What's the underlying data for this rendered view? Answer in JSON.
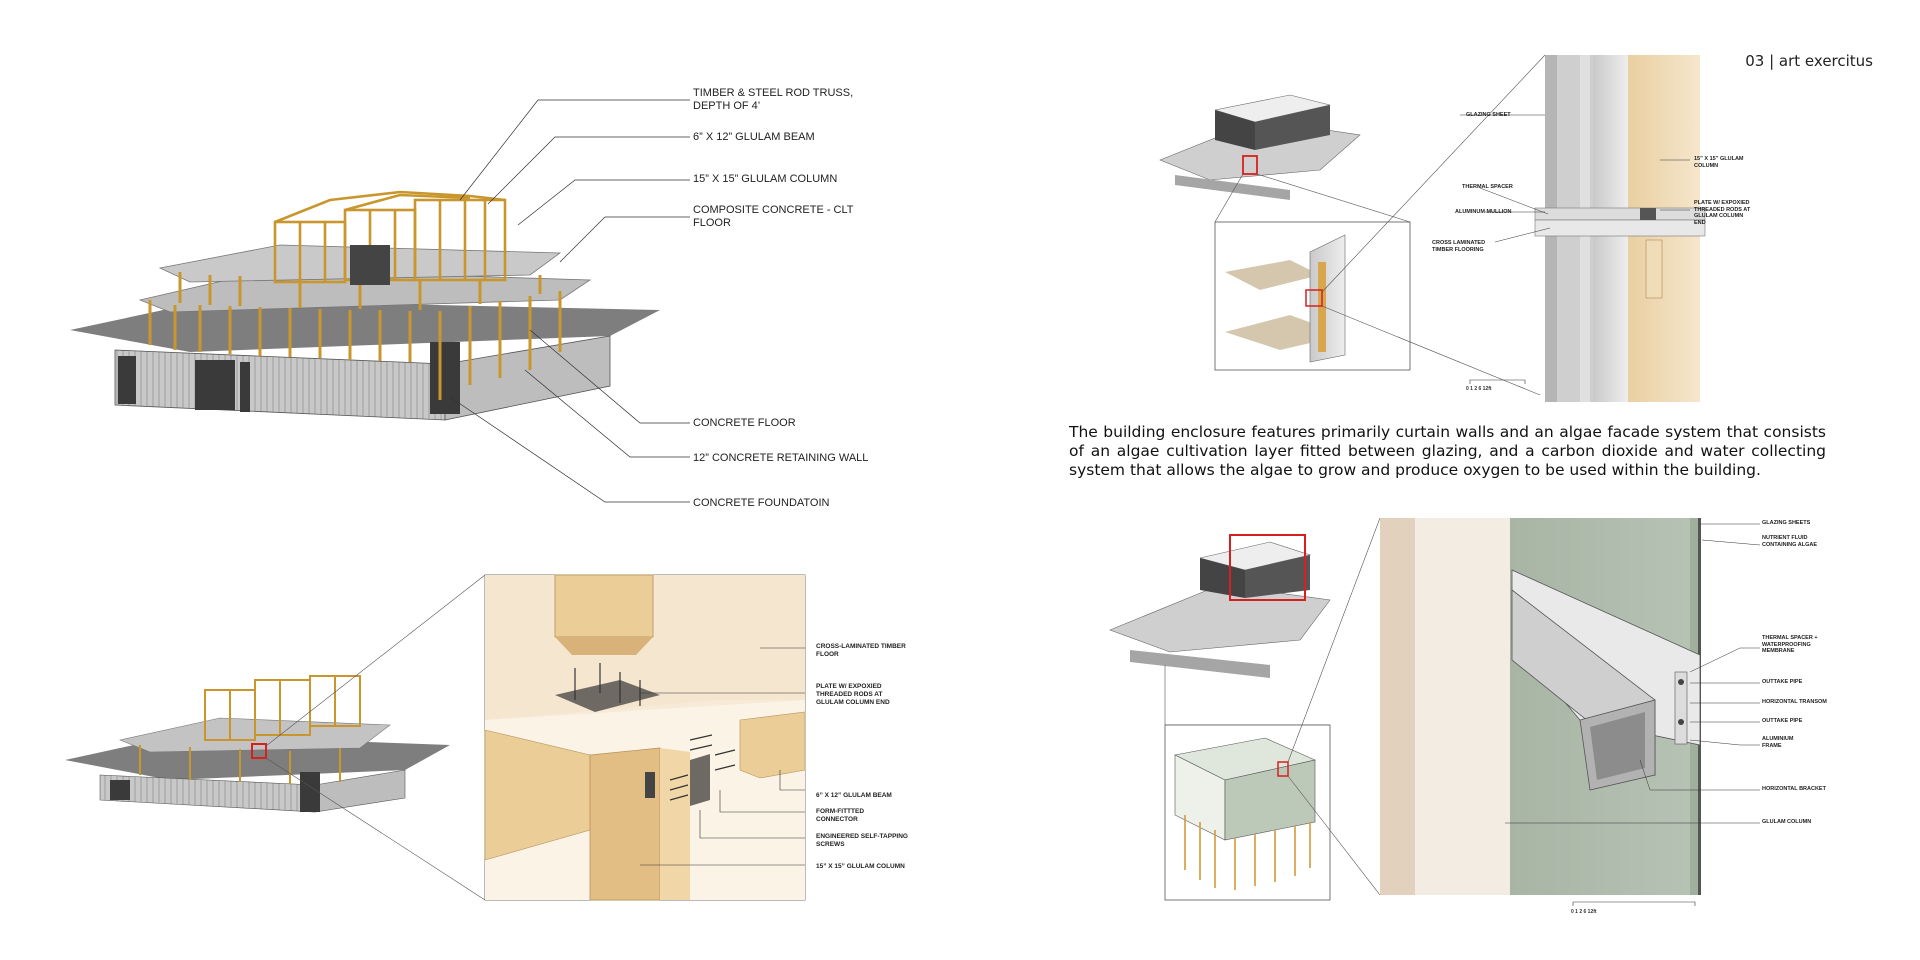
{
  "header": {
    "page_label": "03 | art exercitus"
  },
  "paragraph": "The building enclosure features primarily curtain walls and an algae facade system that consists of an algae cultivation layer fitted between glazing, and a carbon dioxide and water collecting system that allows the algae to grow and produce oxygen to be used within the building.",
  "structure_labels": [
    "TIMBER & STEEL ROD TRUSS, DEPTH OF 4’",
    "6” x 12” GLULAM BEAM",
    "15” x 15” GLULAM COLUMN",
    "COMPOSITE CONCRETE - CLT FLOOR",
    "CONCRETE FLOOR",
    "12” CONCRETE RETAINING WALL",
    "CONCRETE FOUNDATOIN"
  ],
  "connection_labels": [
    "CROSS-LAMINATED TIMBER FLOOR",
    "PLATE W/ EXPOXIED THREADED RODS AT GLULAM COLUMN END",
    "6” x 12” GLULAM BEAM",
    "FORM-FITTTED CONNECTOR",
    "ENGINEERED SELF-TAPPING SCREWS",
    "15” X 15” GLULAM COLUMN"
  ],
  "curtain_wall_labels": [
    "GLAZING SHEET",
    "THERMAL SPACER",
    "ALUMINUM MULLION",
    "CROSS LAMINATED TIMBER FLOORING",
    "15” X 15” GLULAM COLUMN",
    "PLATE W/ EXPOXIED THREADED RODS AT GLULAM COLUMN END"
  ],
  "curtain_wall_scale": "0  1  2         6                  12ft",
  "algae_labels": [
    "GLAZING SHEETS",
    "NUTRIENT FLUID CONTAINING ALGAE",
    "THERMAL SPACER + WATERPROOFING MEMBRANE",
    "OUTTAKE PIPE",
    "HORIZONTAL TRANSOM",
    "OUTTAKE PIPE",
    "ALUMINIUM FRAME",
    "HORIZONTAL BRACKET",
    "GLULAM COLUMN"
  ],
  "algae_scale": "0    1   2              6                             12ft",
  "colors": {
    "timber": "#d8a64a",
    "timber_light": "#f0dcb8",
    "concrete": "#9a9a9a",
    "dark_wall": "#3a3a3a",
    "algae_green": "#a7b4a3",
    "highlight_red": "#d62020"
  }
}
